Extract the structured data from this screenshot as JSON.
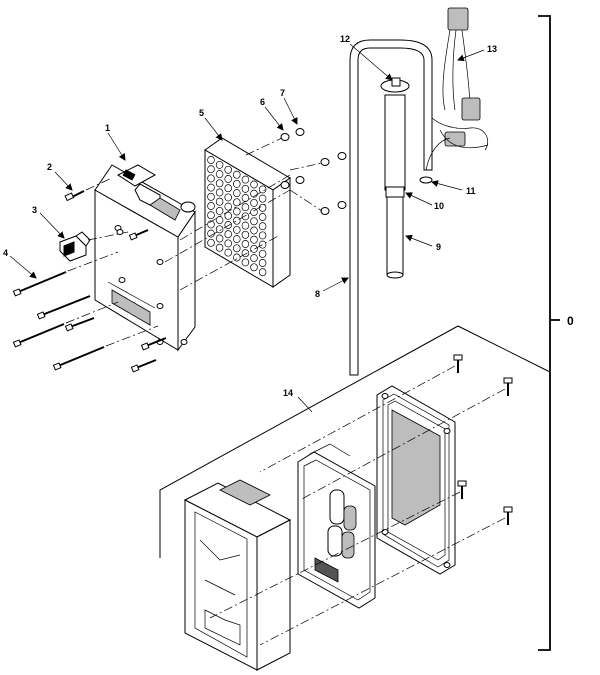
{
  "callouts": {
    "c1": "1",
    "c2": "2",
    "c3": "3",
    "c4": "4",
    "c5": "5",
    "c6": "6",
    "c7": "7",
    "c8": "8",
    "c9": "9",
    "c10": "10",
    "c11": "11",
    "c12": "12",
    "c13": "13",
    "c14": "14",
    "assembly": "0"
  }
}
